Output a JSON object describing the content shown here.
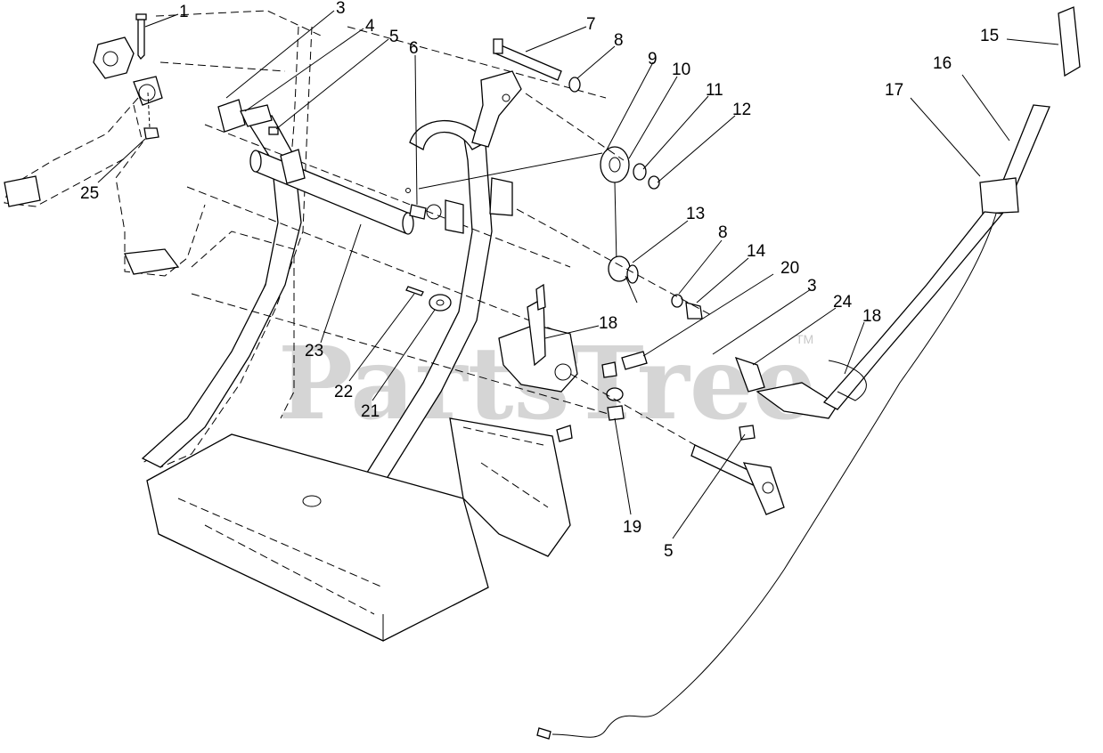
{
  "watermark": {
    "text": "PartsTree",
    "tm": "TM"
  },
  "callouts": [
    {
      "id": "c1",
      "label": "1"
    },
    {
      "id": "c3",
      "label": "3"
    },
    {
      "id": "c4",
      "label": "4"
    },
    {
      "id": "c5",
      "label": "5"
    },
    {
      "id": "c6",
      "label": "6"
    },
    {
      "id": "c7",
      "label": "7"
    },
    {
      "id": "c8",
      "label": "8"
    },
    {
      "id": "c9",
      "label": "9"
    },
    {
      "id": "c10",
      "label": "10"
    },
    {
      "id": "c11",
      "label": "11"
    },
    {
      "id": "c12",
      "label": "12"
    },
    {
      "id": "c13",
      "label": "13"
    },
    {
      "id": "c8b",
      "label": "8"
    },
    {
      "id": "c14",
      "label": "14"
    },
    {
      "id": "c15",
      "label": "15"
    },
    {
      "id": "c16",
      "label": "16"
    },
    {
      "id": "c17",
      "label": "17"
    },
    {
      "id": "c18",
      "label": "18"
    },
    {
      "id": "c20",
      "label": "20"
    },
    {
      "id": "c3b",
      "label": "3"
    },
    {
      "id": "c24",
      "label": "24"
    },
    {
      "id": "c18b",
      "label": "18"
    },
    {
      "id": "c23",
      "label": "23"
    },
    {
      "id": "c22",
      "label": "22"
    },
    {
      "id": "c21",
      "label": "21"
    },
    {
      "id": "c19",
      "label": "19"
    },
    {
      "id": "c5b",
      "label": "5"
    },
    {
      "id": "c25",
      "label": "25"
    }
  ]
}
